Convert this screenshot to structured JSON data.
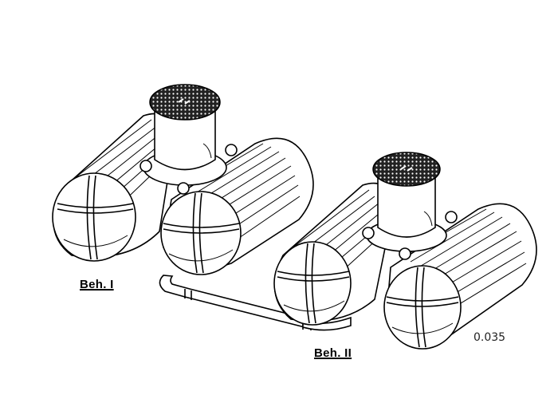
{
  "diagram": {
    "title": "",
    "subject": "Two underground twin-tank assemblies with manhole risers connected by pipe",
    "labels": {
      "tank_1": "Beh. I",
      "tank_2": "Beh. II",
      "drawing_code": "0.035"
    },
    "components": [
      {
        "id": "tank-1",
        "label": "Beh. I",
        "parts": [
          "left-cylinder",
          "right-cylinder",
          "riser",
          "grated-lid"
        ]
      },
      {
        "id": "tank-2",
        "label": "Beh. II",
        "parts": [
          "left-cylinder",
          "right-cylinder",
          "riser",
          "grated-lid"
        ]
      },
      {
        "id": "connecting-pipe",
        "from": "tank-1",
        "to": "tank-2"
      }
    ],
    "colors": {
      "line": "#000000",
      "background": "#ffffff",
      "lid": "#222222"
    }
  }
}
